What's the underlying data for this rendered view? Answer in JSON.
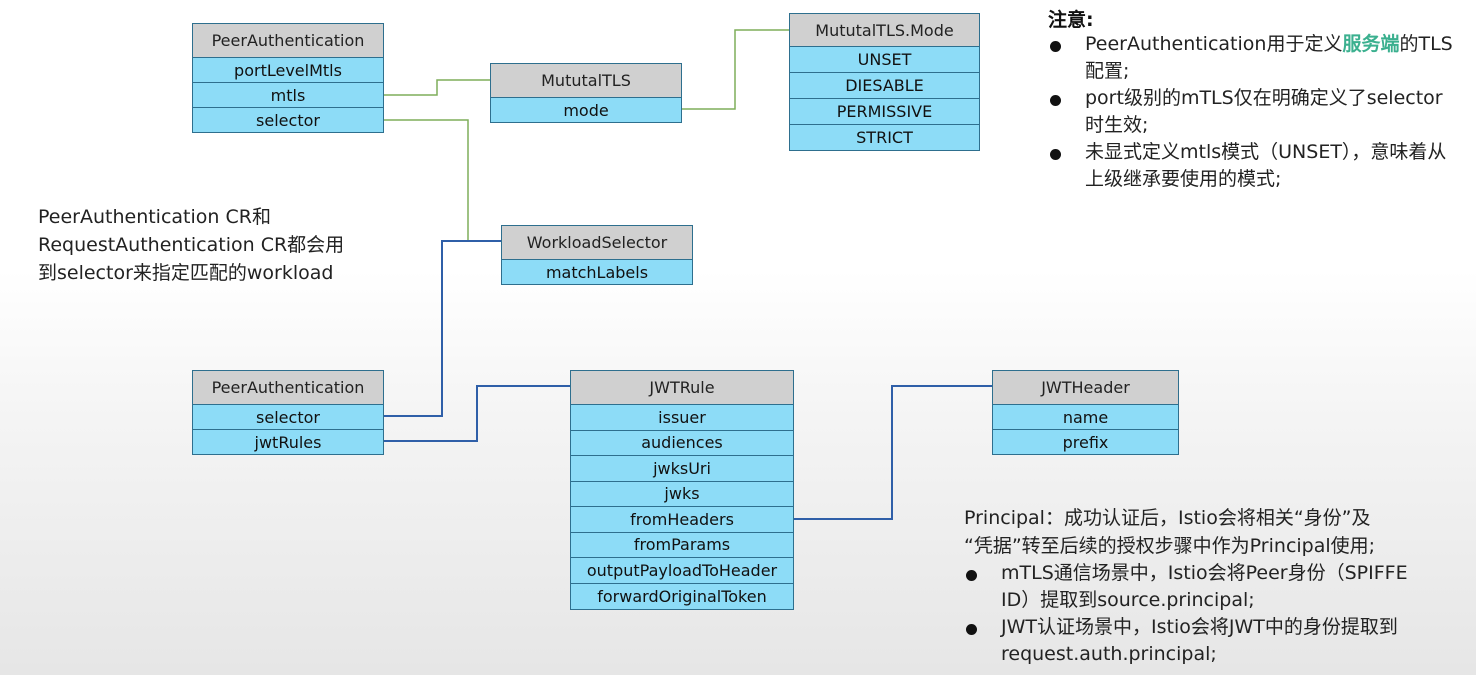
{
  "colors": {
    "header_fill": "#d0d0d0",
    "field_fill": "#8ddcf7",
    "border": "#2e6f8e",
    "green_line": "#7fae5a",
    "blue_line": "#2f5fa8",
    "accent": "#3bb08f"
  },
  "boxes": {
    "peer_auth_top": {
      "title": "PeerAuthentication",
      "fields": [
        "portLevelMtls",
        "mtls",
        "selector"
      ]
    },
    "mutual_tls": {
      "title": "MututalTLS",
      "fields": [
        "mode"
      ]
    },
    "mutual_tls_mode": {
      "title": "MututalTLS.Mode",
      "fields": [
        "UNSET",
        "DIESABLE",
        "PERMISSIVE",
        "STRICT"
      ]
    },
    "workload_selector": {
      "title": "WorkloadSelector",
      "fields": [
        "matchLabels"
      ]
    },
    "peer_auth_bottom": {
      "title": "PeerAuthentication",
      "fields": [
        "selector",
        "jwtRules"
      ]
    },
    "jwt_rule": {
      "title": "JWTRule",
      "fields": [
        "issuer",
        "audiences",
        "jwksUri",
        "jwks",
        "fromHeaders",
        "fromParams",
        "outputPayloadToHeader",
        "forwardOriginalToken"
      ]
    },
    "jwt_header": {
      "title": "JWTHeader",
      "fields": [
        "name",
        "prefix"
      ]
    }
  },
  "left_note": {
    "lines": [
      "PeerAuthentication CR和",
      "RequestAuthentication CR都会用",
      "到selector来指定匹配的workload"
    ]
  },
  "notice": {
    "title": "注意:",
    "items": [
      {
        "pre": "PeerAuthentication用于定义",
        "accent": "服务端",
        "post": "的TLS配置;"
      },
      {
        "pre": "port级别的mTLS仅在明确定义了selector时生效;",
        "accent": "",
        "post": ""
      },
      {
        "pre": "未显式定义mtls模式（UNSET），意味着从上级继承要使用的模式;",
        "accent": "",
        "post": ""
      }
    ]
  },
  "principal": {
    "intro_1": "Principal：成功认证后，Istio会将相关“身份”及",
    "intro_2": "“凭据”转至后续的授权步骤中作为Principal使用;",
    "items": [
      "mTLS通信场景中，Istio会将Peer身份（SPIFFE ID）提取到source.principal;",
      "JWT认证场景中，Istio会将JWT中的身份提取到request.auth.principal;"
    ]
  }
}
